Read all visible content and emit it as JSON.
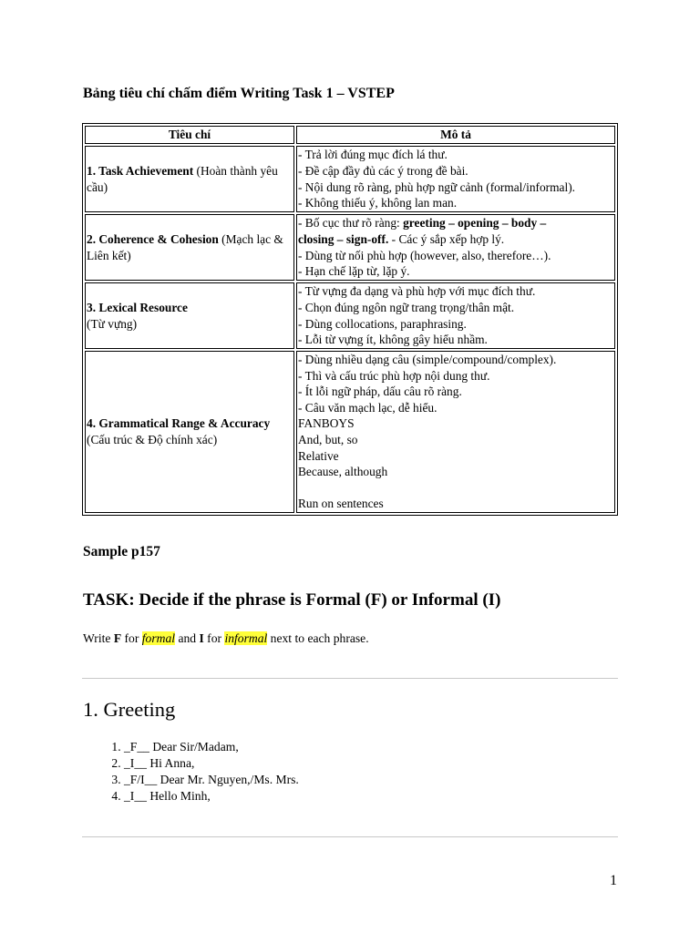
{
  "doc_title": "Bảng tiêu chí chấm điểm Writing Task 1 – VSTEP",
  "table": {
    "headers": [
      "Tiêu chí",
      "Mô tả"
    ],
    "rows": [
      {
        "name_bold": "1. Task Achievement",
        "name_rest": " (Hoàn thành yêu cầu)",
        "lines": [
          "- Trả lời đúng mục đích lá thư.",
          "- Đề cập đầy đủ các ý trong đề bài.",
          "- Nội dung rõ ràng, phù hợp ngữ cảnh (formal/informal).",
          "- Không thiếu ý, không lan man."
        ]
      },
      {
        "name_bold": "2. Coherence & Cohesion",
        "name_rest": " (Mạch lạc & Liên kết)",
        "line1_pre": "- Bố cục thư rõ ràng: ",
        "line1_bold": "greeting – opening – body –",
        "line2_bold": "closing – sign-off.",
        "line2_rest": " - Các ý sắp xếp hợp lý.",
        "lines": [
          "- Dùng từ nối phù hợp (however, also, therefore…).",
          "- Hạn chế lặp từ, lặp ý."
        ]
      },
      {
        "name_bold": "3. Lexical Resource",
        "name_rest": "(Từ vựng)",
        "lines": [
          "- Từ vựng đa dạng và phù hợp với mục đích thư.",
          "- Chọn đúng ngôn ngữ trang trọng/thân mật.",
          "- Dùng collocations, paraphrasing.",
          "- Lỗi từ vựng ít, không gây hiểu nhầm."
        ]
      },
      {
        "name_bold": "4. Grammatical Range & Accuracy",
        "name_rest": " (Cấu trúc & Độ chính xác)",
        "lines": [
          "- Dùng nhiều dạng câu (simple/compound/complex).",
          "- Thì và cấu trúc phù hợp nội dung thư.",
          "- Ít lỗi ngữ pháp, dấu câu rõ ràng.",
          "- Câu văn mạch lạc, dễ hiểu.",
          "FANBOYS",
          "And, but, so",
          "Relative",
          "Because, although"
        ],
        "last_line": "Run on sentences"
      }
    ]
  },
  "sample_label": "Sample p157",
  "task_heading": "TASK: Decide if the phrase is Formal (F) or Informal (I)",
  "instruction": {
    "t1": "Write ",
    "f": "F",
    "t2": " for ",
    "formal": "formal",
    "t3": " and ",
    "i": "I",
    "t4": " for ",
    "informal": "informal",
    "t5": " next to each phrase."
  },
  "highlight_color": "#ffff3a",
  "section_heading": "1. Greeting",
  "greetings": [
    "_F__ Dear Sir/Madam,",
    "_I__ Hi Anna,",
    "_F/I__ Dear Mr. Nguyen,/Ms. Mrs.",
    "_I__ Hello Minh,"
  ],
  "page_number": "1"
}
